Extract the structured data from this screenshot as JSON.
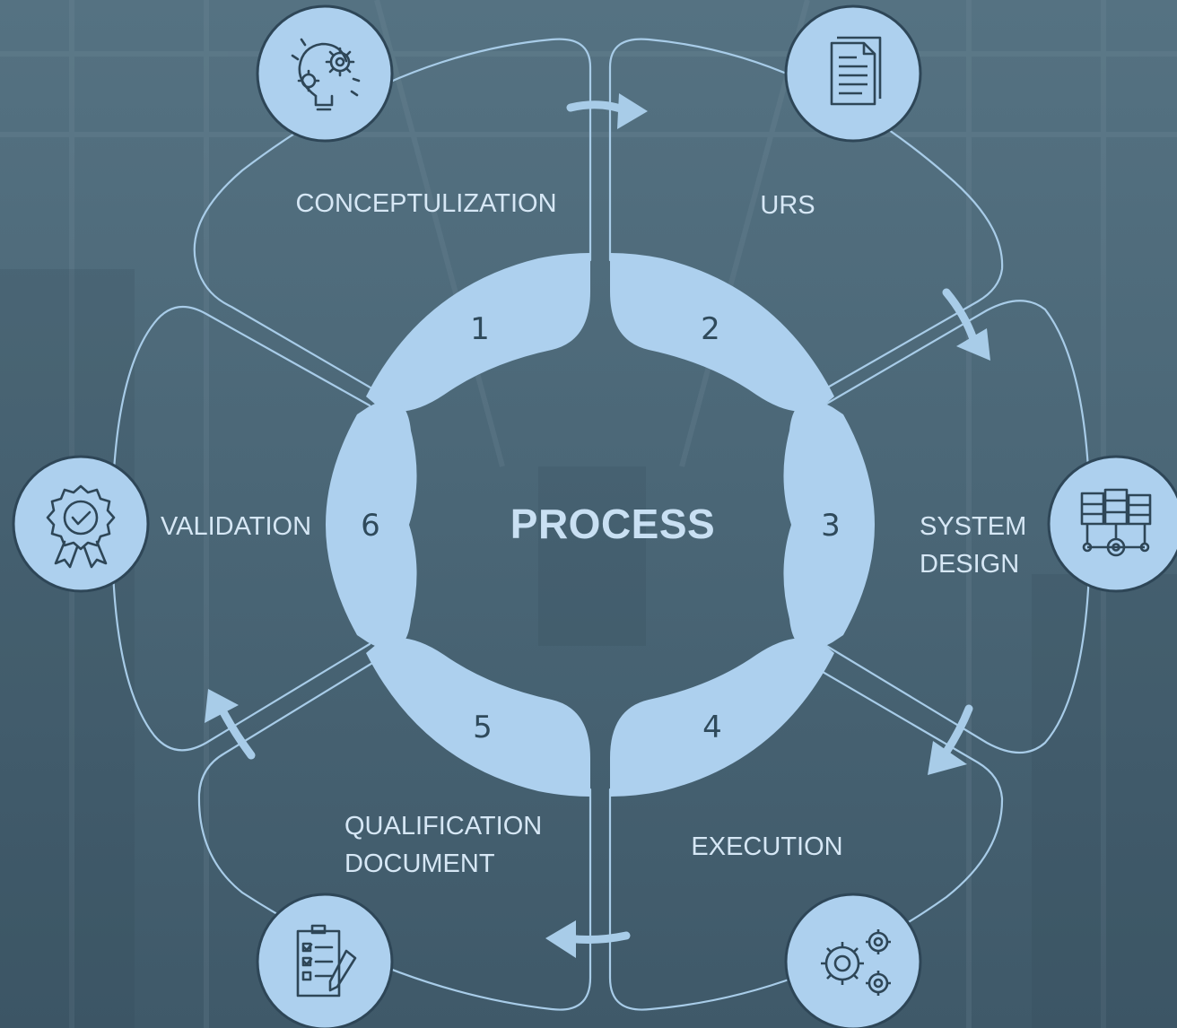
{
  "center": {
    "title": "PROCESS"
  },
  "stages": [
    {
      "number": "1",
      "label_lines": [
        "CONCEPTULIZATION"
      ],
      "icon": "idea-gears-icon"
    },
    {
      "number": "2",
      "label_lines": [
        "URS"
      ],
      "icon": "document-icon"
    },
    {
      "number": "3",
      "label_lines": [
        "SYSTEM",
        "DESIGN"
      ],
      "icon": "server-network-icon"
    },
    {
      "number": "4",
      "label_lines": [
        "EXECUTION"
      ],
      "icon": "gears-icon"
    },
    {
      "number": "5",
      "label_lines": [
        "QUALIFICATION",
        "DOCUMENT"
      ],
      "icon": "checklist-pen-icon"
    },
    {
      "number": "6",
      "label_lines": [
        "VALIDATION"
      ],
      "icon": "award-badge-icon"
    }
  ],
  "colors": {
    "background": "#4b6778",
    "ring_fill": "#add0ee",
    "outline": "#a8cce8",
    "icon_stroke": "#2e4657",
    "label_text": "#d6e7f5",
    "center_text": "#c9e0f3",
    "arrow": "#a8cce8"
  }
}
